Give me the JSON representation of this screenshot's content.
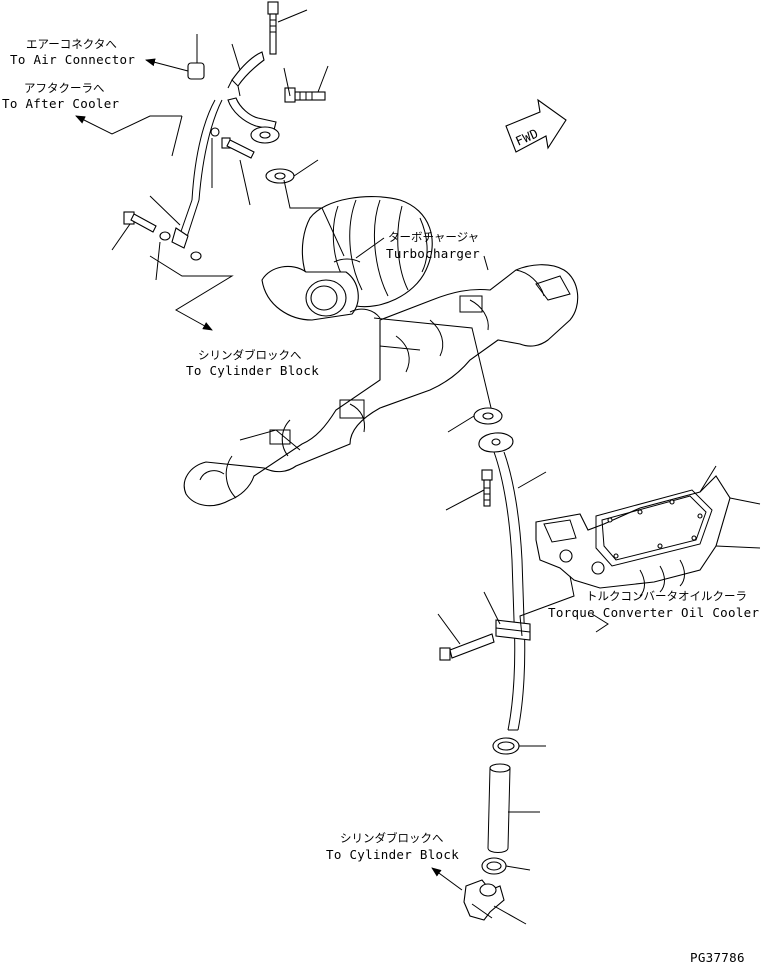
{
  "labels": {
    "air_connector_jp": "エアーコネクタへ",
    "air_connector_en": "To Air Connector",
    "after_cooler_jp": "アフタクーラへ",
    "after_cooler_en": "To After Cooler",
    "turbocharger_jp": "ターボチャージャ",
    "turbocharger_en": "Turbocharger",
    "cyl_block_upper_jp": "シリンダブロックへ",
    "cyl_block_upper_en": "To Cylinder Block",
    "torque_converter_jp": "トルクコンバータオイルクーラ",
    "torque_converter_en": "Torque Converter Oil Cooler",
    "cyl_block_lower_jp": "シリンダブロックへ",
    "cyl_block_lower_en": "To Cylinder Block",
    "fwd": "FWD",
    "figure_code": "PG37786"
  }
}
